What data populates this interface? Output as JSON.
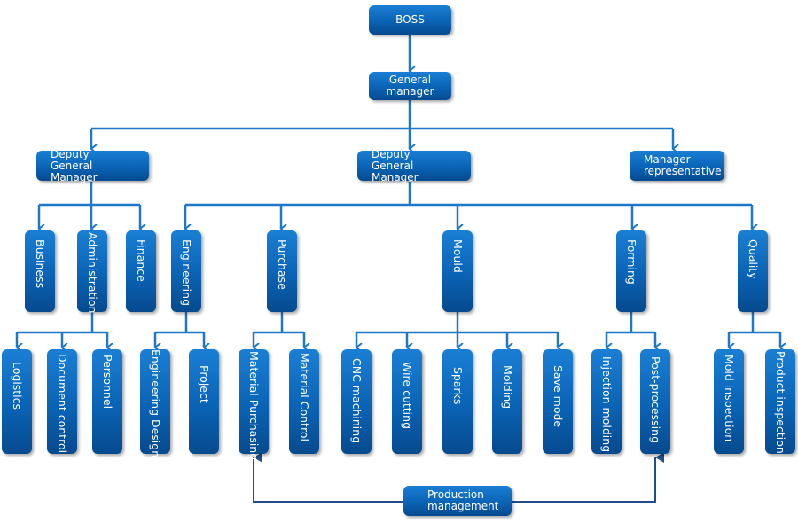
{
  "colors": {
    "connector": "#1e78c8",
    "production_connector": "#1f4e8c",
    "node_top": "#1a7fd4",
    "node_bottom": "#064a8e"
  },
  "nodes": {
    "boss": "BOSS",
    "general_manager": "General manager",
    "deputy_gm_left": "Deputy General Manager",
    "deputy_gm_center": "Deputy General Manager",
    "manager_representative": "Manager representative",
    "business": "Business",
    "administration": "Administration",
    "finance": "Finance",
    "engineering": "Engineering",
    "purchase": "Purchase",
    "mould": "Mould",
    "forming": "Forming",
    "quality": "Quality",
    "logistics": "Logistics",
    "document_control": "Document control",
    "personnel": "Personnel",
    "engineering_design": "Engineering Design",
    "project": "Project",
    "material_purchasing": "Material Purchasing",
    "material_control": "Material Control",
    "cnc_machining": "CNC machining",
    "wire_cutting": "Wire cutting",
    "sparks": "Sparks",
    "molding": "Molding",
    "save_mode": "Save mode",
    "injection_molding": "Injection molding",
    "post_processing": "Post-processing",
    "mold_inspection": "Mold inspection",
    "product_inspection": "Product inspection",
    "production_management": "Production management"
  }
}
